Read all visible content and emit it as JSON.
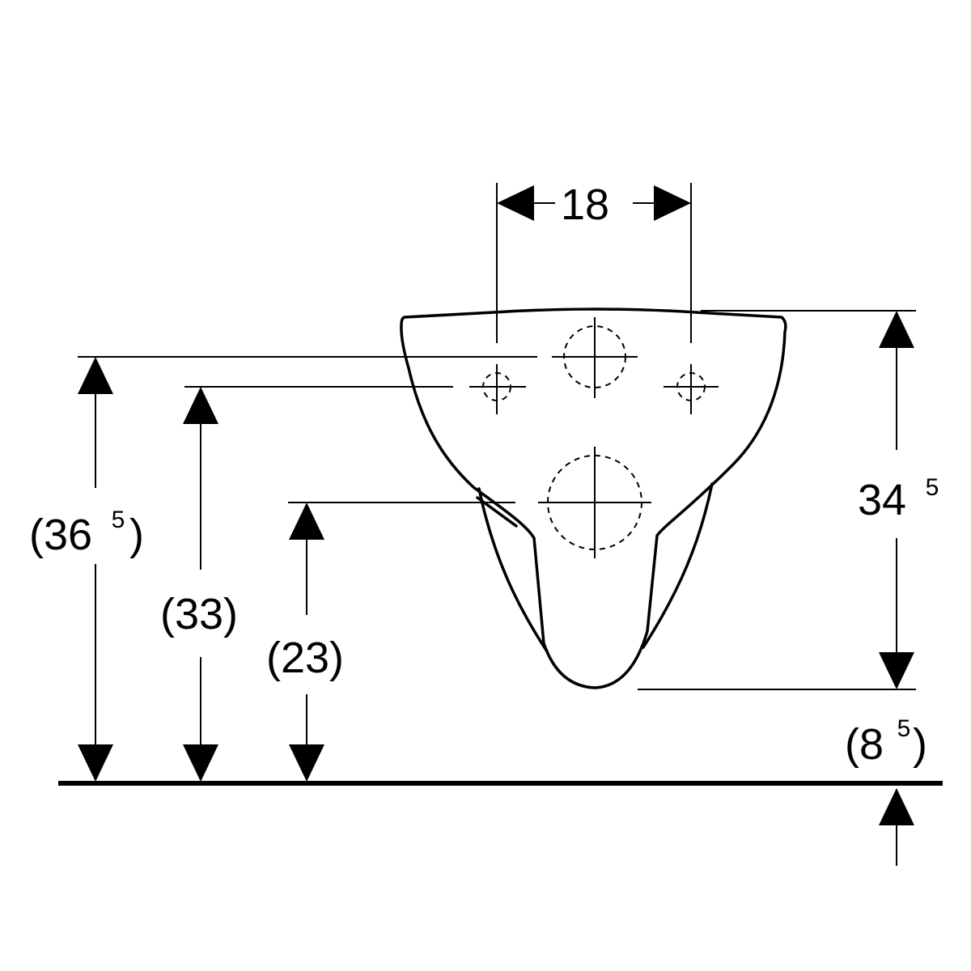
{
  "dimensions": {
    "width_top": {
      "value": "18"
    },
    "height_right": {
      "value": "34",
      "sup": "5"
    },
    "height_left_outer": {
      "open": "(",
      "value": "36",
      "sup": "5",
      "close": ")"
    },
    "height_left_mid": {
      "text": "(33)"
    },
    "height_left_inner": {
      "text": "(23)"
    },
    "floor_clearance": {
      "open": "(",
      "value": "8",
      "sup": "5",
      "close": ")"
    }
  },
  "colors": {
    "ink": "#000000",
    "background": "#ffffff"
  }
}
